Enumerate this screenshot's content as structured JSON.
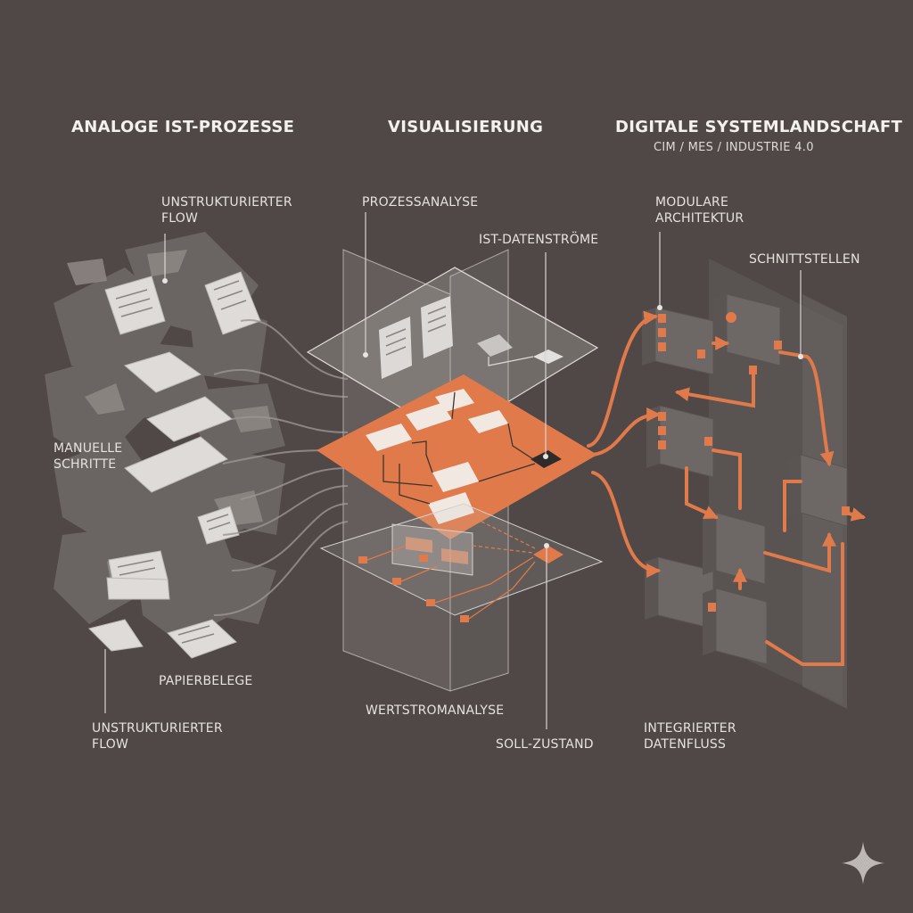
{
  "headings": {
    "analog": "ANALOGE IST-PROZESSE",
    "visual": "VISUALISIERUNG",
    "digital": "DIGITALE SYSTEMLANDSCHAFT",
    "digital_sub": "CIM / MES / INDUSTRIE 4.0"
  },
  "labels": {
    "unstrukturiert_top": "UNSTRUKTURIERTER\nFLOW",
    "manuelle_schritte": "MANUELLE\nSCHRITTE",
    "papierbelege": "PAPIERBELEGE",
    "unstrukturiert_bottom": "UNSTRUKTURIERTER\nFLOW",
    "prozessanalyse": "PROZESSANALYSE",
    "ist_datenstroeme": "IST-DATENSTRÖME",
    "wertstromanalyse": "WERTSTROMANALYSE",
    "soll_zustand": "SOLL-ZUSTAND",
    "modulare_architektur": "MODULARE\nARCHITEKTUR",
    "schnittstellen": "SCHNITTSTELLEN",
    "integrierter_datenfluss": "INTEGRIERTER\nDATENFLUSS"
  },
  "colors": {
    "background": "#4f4846",
    "accent": "#e07a4a",
    "paper": "#dcd9d6",
    "grey_block": "#6a6563"
  },
  "icons": {
    "corner": "sparkle-icon"
  }
}
